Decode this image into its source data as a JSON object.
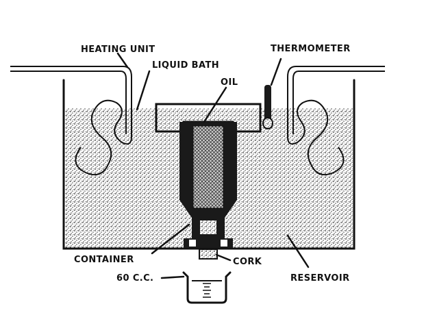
{
  "labels": {
    "heating_unit": "HEATING UNIT",
    "liquid_bath": "LIQUID BATH",
    "oil": "OIL",
    "thermometer": "THERMOMETER",
    "container": "CONTAINER",
    "cork": "CORK",
    "reservoir": "RESERVOIR",
    "beaker_volume": "60 C.C."
  },
  "colors": {
    "ink": "#111111",
    "paper": "#ffffff",
    "bath": "#8a8a8a"
  }
}
